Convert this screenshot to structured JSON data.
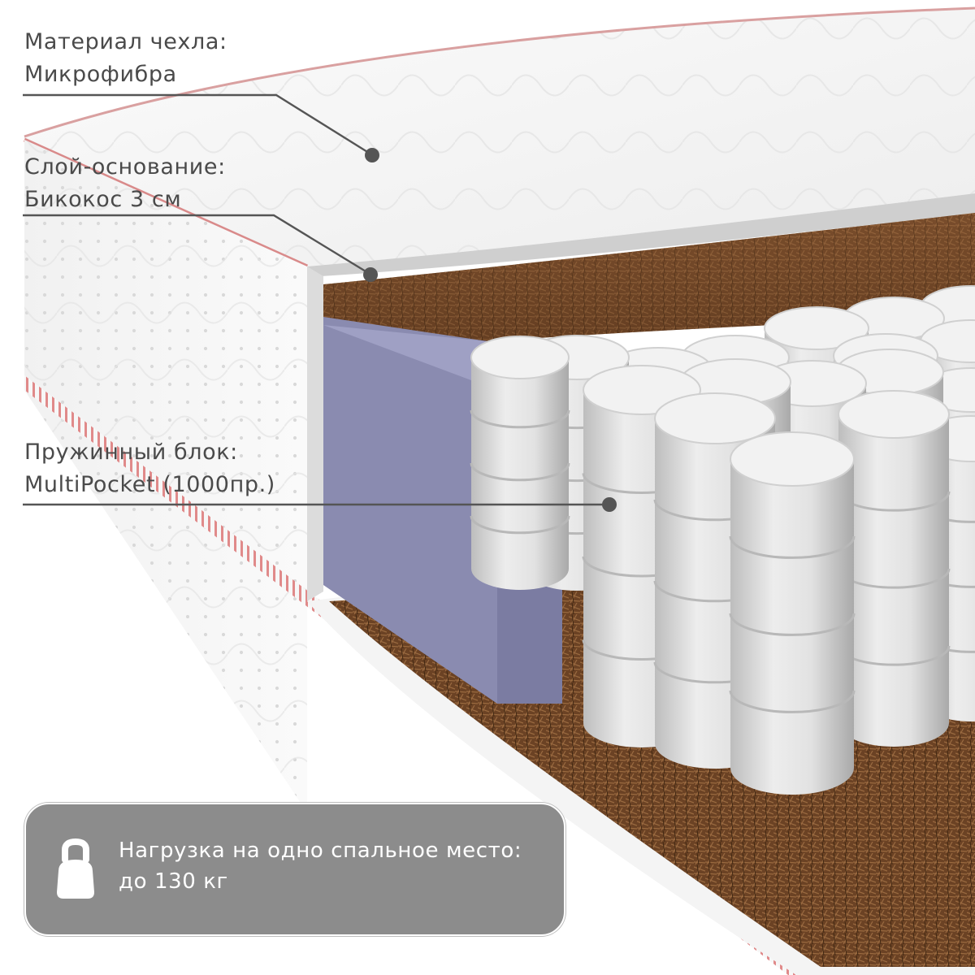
{
  "labels": {
    "cover": {
      "title": "Материал чехла:",
      "value": "Микрофибра"
    },
    "base": {
      "title": "Слой-основание:",
      "value": "Бикокос 3 см"
    },
    "spring": {
      "title": "Пружинный блок:",
      "value": "MultiPocket (1000пр.)"
    }
  },
  "load": {
    "text": "Нагрузка на одно спальное место:",
    "value": "до 130 кг",
    "icon": "kettlebell-icon"
  },
  "colors": {
    "badge": "#8c8c8c",
    "label_text": "#4a4a4a",
    "coir": "#7a4a28",
    "foam": "#8a8bb0",
    "piping": "#d98a8a"
  }
}
